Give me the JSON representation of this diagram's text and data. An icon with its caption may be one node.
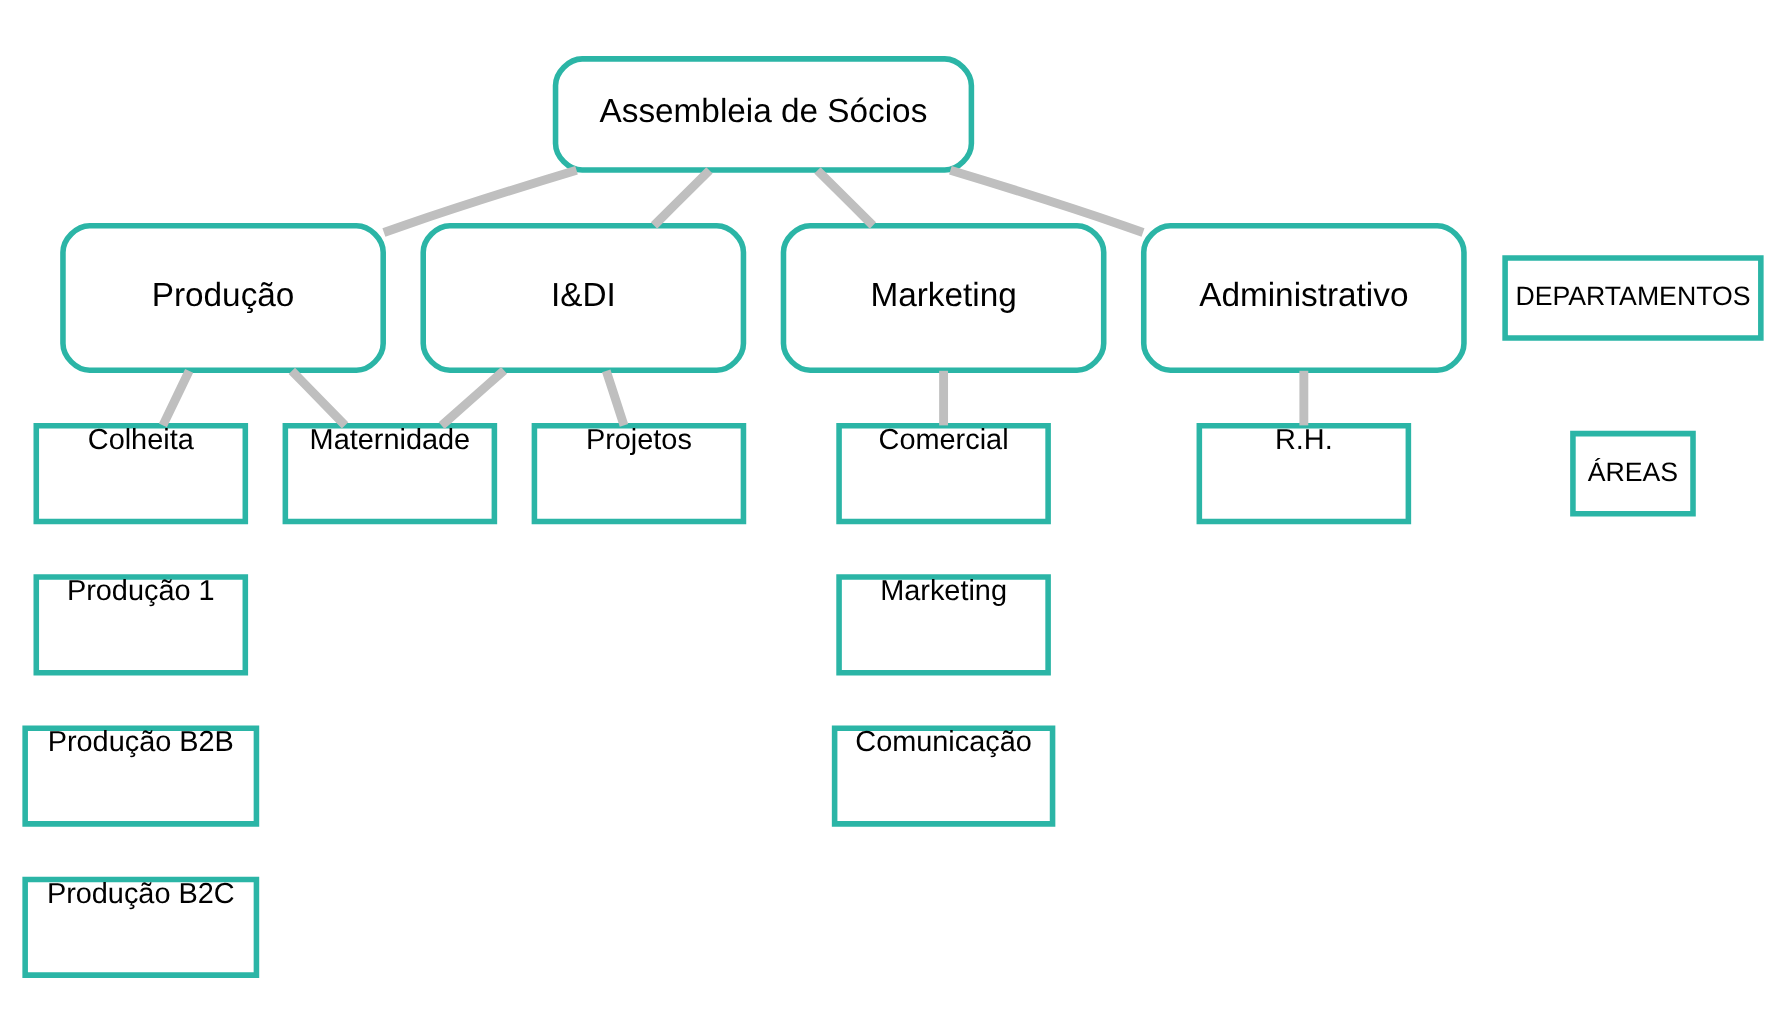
{
  "diagram": {
    "nodes": [
      {
        "text": [
          "Assembleia de Sócios"
        ]
      },
      {
        "text": [
          "DEPARTAMENTOS"
        ]
      },
      {
        "text": [
          "Produção"
        ]
      },
      {
        "text": [
          "I&DI"
        ]
      },
      {
        "text": [
          "Marketing"
        ]
      },
      {
        "text": [
          "Administrativo"
        ]
      },
      {
        "text": [
          "ÁREAS"
        ]
      },
      {
        "text": [
          "Colheita"
        ]
      },
      {
        "text": [
          "Maternidade"
        ]
      },
      {
        "text": [
          "Projetos"
        ]
      },
      {
        "text": [
          "Comercial"
        ]
      },
      {
        "text": [
          "R.H."
        ]
      },
      {
        "text": [
          "Produção 1"
        ]
      },
      {
        "text": [
          "Marketing"
        ]
      },
      {
        "text": [
          "Produção B2B"
        ]
      },
      {
        "text": [
          "Comunicação"
        ]
      },
      {
        "text": [
          "Produção B2C"
        ]
      }
    ],
    "edges": [
      {
        "from": 0,
        "to": 2,
        "arrow": "none"
      },
      {
        "from": 0,
        "to": 3,
        "arrow": "none"
      },
      {
        "from": 0,
        "to": 4,
        "arrow": "none"
      },
      {
        "from": 0,
        "to": 5,
        "arrow": "none"
      },
      {
        "from": 2,
        "to": 7,
        "arrow": "none"
      },
      {
        "from": 2,
        "to": 8,
        "arrow": "none"
      },
      {
        "from": 3,
        "to": 8,
        "arrow": "none"
      },
      {
        "from": 3,
        "to": 9,
        "arrow": "none"
      },
      {
        "from": 4,
        "to": 10,
        "arrow": "none"
      },
      {
        "from": 5,
        "to": 11,
        "arrow": "none"
      }
    ]
  }
}
